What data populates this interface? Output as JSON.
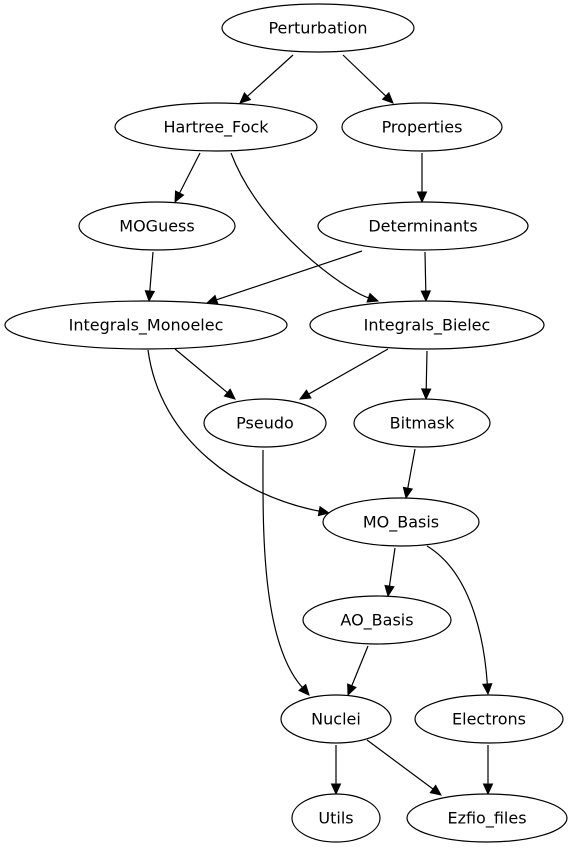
{
  "colors": {
    "highlight": "#dd0000",
    "default": "#000000"
  },
  "nodes": {
    "perturbation": {
      "label": "Perturbation",
      "highlight": true
    },
    "hartree_fock": {
      "label": "Hartree_Fock"
    },
    "properties": {
      "label": "Properties"
    },
    "moguess": {
      "label": "MOGuess"
    },
    "determinants": {
      "label": "Determinants"
    },
    "integrals_monoelec": {
      "label": "Integrals_Monoelec"
    },
    "integrals_bielec": {
      "label": "Integrals_Bielec"
    },
    "pseudo": {
      "label": "Pseudo"
    },
    "bitmask": {
      "label": "Bitmask"
    },
    "mo_basis": {
      "label": "MO_Basis"
    },
    "ao_basis": {
      "label": "AO_Basis"
    },
    "nuclei": {
      "label": "Nuclei"
    },
    "electrons": {
      "label": "Electrons"
    },
    "utils": {
      "label": "Utils"
    },
    "ezfio_files": {
      "label": "Ezfio_files"
    }
  },
  "edges": [
    {
      "from": "perturbation",
      "to": "hartree_fock"
    },
    {
      "from": "perturbation",
      "to": "properties"
    },
    {
      "from": "hartree_fock",
      "to": "moguess"
    },
    {
      "from": "hartree_fock",
      "to": "integrals_bielec"
    },
    {
      "from": "properties",
      "to": "determinants"
    },
    {
      "from": "moguess",
      "to": "integrals_monoelec"
    },
    {
      "from": "determinants",
      "to": "integrals_monoelec"
    },
    {
      "from": "determinants",
      "to": "integrals_bielec"
    },
    {
      "from": "integrals_monoelec",
      "to": "pseudo"
    },
    {
      "from": "integrals_monoelec",
      "to": "mo_basis"
    },
    {
      "from": "integrals_bielec",
      "to": "pseudo"
    },
    {
      "from": "integrals_bielec",
      "to": "bitmask"
    },
    {
      "from": "pseudo",
      "to": "nuclei"
    },
    {
      "from": "bitmask",
      "to": "mo_basis"
    },
    {
      "from": "mo_basis",
      "to": "ao_basis"
    },
    {
      "from": "mo_basis",
      "to": "electrons"
    },
    {
      "from": "ao_basis",
      "to": "nuclei"
    },
    {
      "from": "nuclei",
      "to": "utils"
    },
    {
      "from": "nuclei",
      "to": "ezfio_files"
    },
    {
      "from": "electrons",
      "to": "ezfio_files"
    }
  ]
}
